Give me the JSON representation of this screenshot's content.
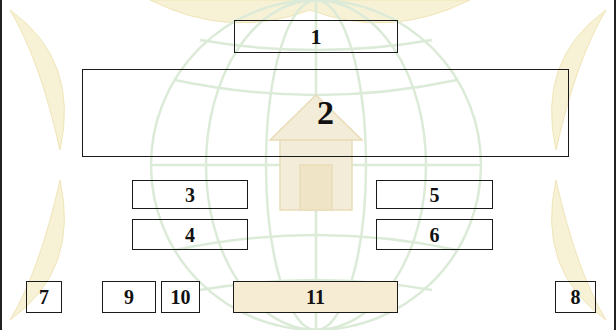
{
  "diagram": {
    "nodes": [
      {
        "text": [
          "1"
        ]
      },
      {
        "text": [
          "2"
        ]
      },
      {
        "text": [
          "3"
        ]
      },
      {
        "text": [
          "5"
        ]
      },
      {
        "text": [
          "4"
        ]
      },
      {
        "text": [
          "6"
        ]
      },
      {
        "text": [
          "7"
        ]
      },
      {
        "text": [
          "9"
        ]
      },
      {
        "text": [
          "10"
        ]
      },
      {
        "text": [
          "11"
        ]
      },
      {
        "text": [
          "8"
        ]
      }
    ]
  }
}
